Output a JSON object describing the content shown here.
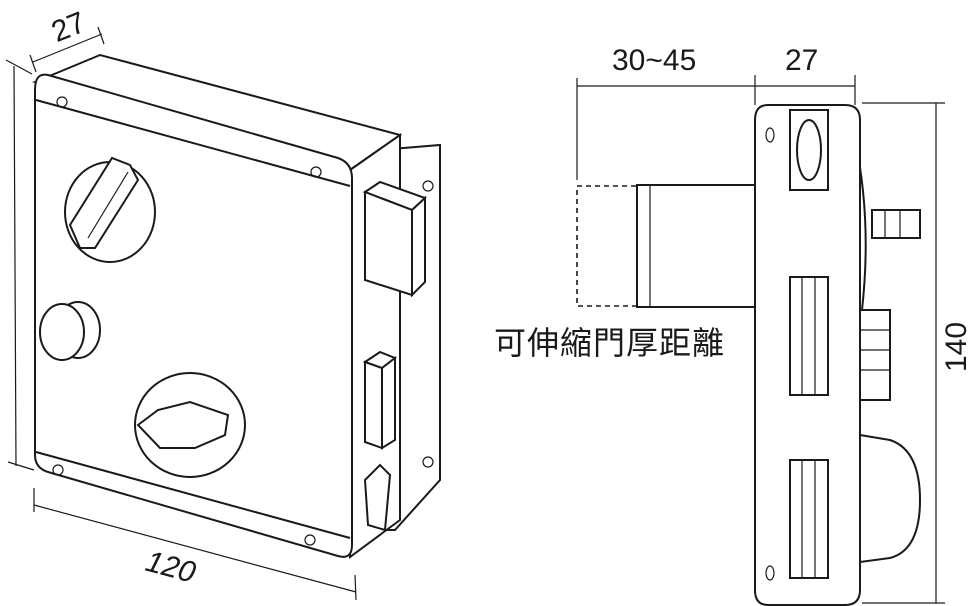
{
  "left_view": {
    "depth_label": "27",
    "width_label": "120"
  },
  "side_view": {
    "adjust_range_label": "30~45",
    "depth_label": "27",
    "height_label": "140",
    "door_thickness_caption": "可伸縮門厚距離"
  }
}
